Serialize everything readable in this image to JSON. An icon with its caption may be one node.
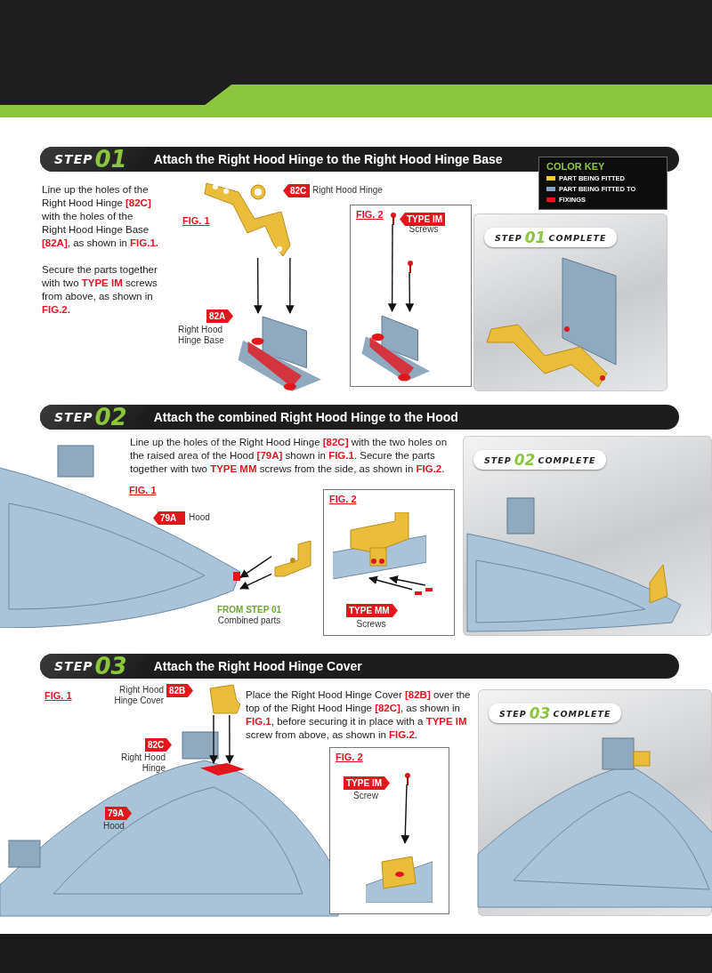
{
  "diagram": {
    "nodes": [
      {
        "text": [
          "STEP",
          "01",
          "Attach the Right Hood Hinge to the Right Hood Hinge Base"
        ]
      },
      {
        "text": [
          "COLOR KEY"
        ]
      },
      {
        "text": [
          "FIG. 2"
        ]
      },
      {
        "text": [
          "STEP",
          "01",
          "COMPLETE"
        ]
      },
      {
        "text": [
          "82C"
        ],
        "beside": [
          "Right Hood Hinge"
        ]
      },
      {
        "text": [
          "82A"
        ],
        "beside": [
          "Right Hood Hinge Base"
        ]
      },
      {
        "text": [
          "TYPE IM"
        ],
        "in": 2,
        "beside": [
          "Screws"
        ]
      },
      {
        "text": [],
        "shape": "picture"
      },
      {
        "text": [],
        "shape": "picture"
      },
      {
        "text": [],
        "shape": "picture",
        "in": 2
      },
      {
        "text": [],
        "shape": "picture",
        "in": 2
      },
      {
        "text": [],
        "shape": "picture",
        "in": 2
      },
      {
        "text": [
          "STEP",
          "02",
          "Attach the combined Right Hood Hinge to the Hood"
        ]
      },
      {
        "text": [
          "FIG. 2"
        ]
      },
      {
        "text": [
          "STEP",
          "02",
          "COMPLETE"
        ]
      },
      {
        "text": [
          "79A"
        ],
        "beside": [
          "Hood"
        ]
      },
      {
        "text": [
          "TYPE MM"
        ],
        "in": 13,
        "beside": [
          "Screws"
        ]
      },
      {
        "text": [],
        "shape": "picture"
      },
      {
        "text": [],
        "shape": "picture",
        "beside": [
          "FROM STEP 01",
          "Combined parts"
        ]
      },
      {
        "text": [],
        "shape": "picture",
        "in": 13
      },
      {
        "text": [],
        "shape": "picture",
        "in": 13
      },
      {
        "text": [
          "STEP",
          "03",
          "Attach the Right Hood Hinge Cover"
        ]
      },
      {
        "text": [
          "FIG. 2"
        ]
      },
      {
        "text": [
          "STEP",
          "03",
          "COMPLETE"
        ]
      },
      {
        "text": [
          "82B"
        ],
        "beside": [
          "Right Hood Hinge Cover"
        ]
      },
      {
        "text": [
          "82C"
        ],
        "beside": [
          "Right Hood Hinge"
        ]
      },
      {
        "text": [
          "79A"
        ],
        "beside": [
          "Hood"
        ]
      },
      {
        "text": [
          "TYPE IM"
        ],
        "in": 22,
        "beside": [
          "Screw"
        ]
      },
      {
        "text": [],
        "shape": "picture"
      },
      {
        "text": [],
        "shape": "picture"
      },
      {
        "text": [],
        "shape": "picture",
        "in": 22
      },
      {
        "text": [],
        "shape": "picture",
        "in": 22
      }
    ],
    "edges": [
      {
        "from": 7,
        "to": 8,
        "arrow": "to"
      },
      {
        "from": 7,
        "to": 8,
        "arrow": "to"
      },
      {
        "from": 9,
        "to": 11,
        "arrow": "to"
      },
      {
        "from": 10,
        "to": 11,
        "arrow": "to"
      },
      {
        "from": 18,
        "to": 17,
        "arrow": "to"
      },
      {
        "from": 18,
        "to": 17,
        "arrow": "to"
      },
      {
        "from": 20,
        "to": 19,
        "arrow": "to"
      },
      {
        "from": 20,
        "to": 19,
        "arrow": "to"
      },
      {
        "from": 28,
        "to": 29,
        "arrow": "to"
      },
      {
        "from": 28,
        "to": 29,
        "arrow": "to"
      },
      {
        "from": 30,
        "to": 31,
        "arrow": "to"
      }
    ],
    "labels": [
      "Line up the holes of the Right Hood Hinge **[82C]** with the holes of the Right Hood Hinge Base **[82A]**, as shown in **FIG.1.**",
      "Secure the parts together with two **TYPE IM** screws from above, as shown in **FIG.2.**",
      "FIG. 1",
      "Line up the holes of the Right Hood Hinge **[82C]** with the two holes on the raised area of the Hood **[79A]** shown in **FIG.1**. Secure the parts together with two **TYPE MM** screws from the side, as shown in **FIG.2**.",
      "FIG. 1",
      "FIG. 1",
      "Place the Right Hood Hinge Cover **[82B]** over the top of the Right Hood Hinge **[82C]**, as shown in **FIG.1**, before securing it in place with a **TYPE IM** screw from above, as shown in **FIG.2**."
    ],
    "legend": [
      {
        "text": "PART BEING FITTED",
        "color": "#f2c93a"
      },
      {
        "text": "PART BEING FITTED TO",
        "color": "#7fa6c6"
      },
      {
        "text": "FIXINGS",
        "color": "#e3161e"
      }
    ]
  }
}
